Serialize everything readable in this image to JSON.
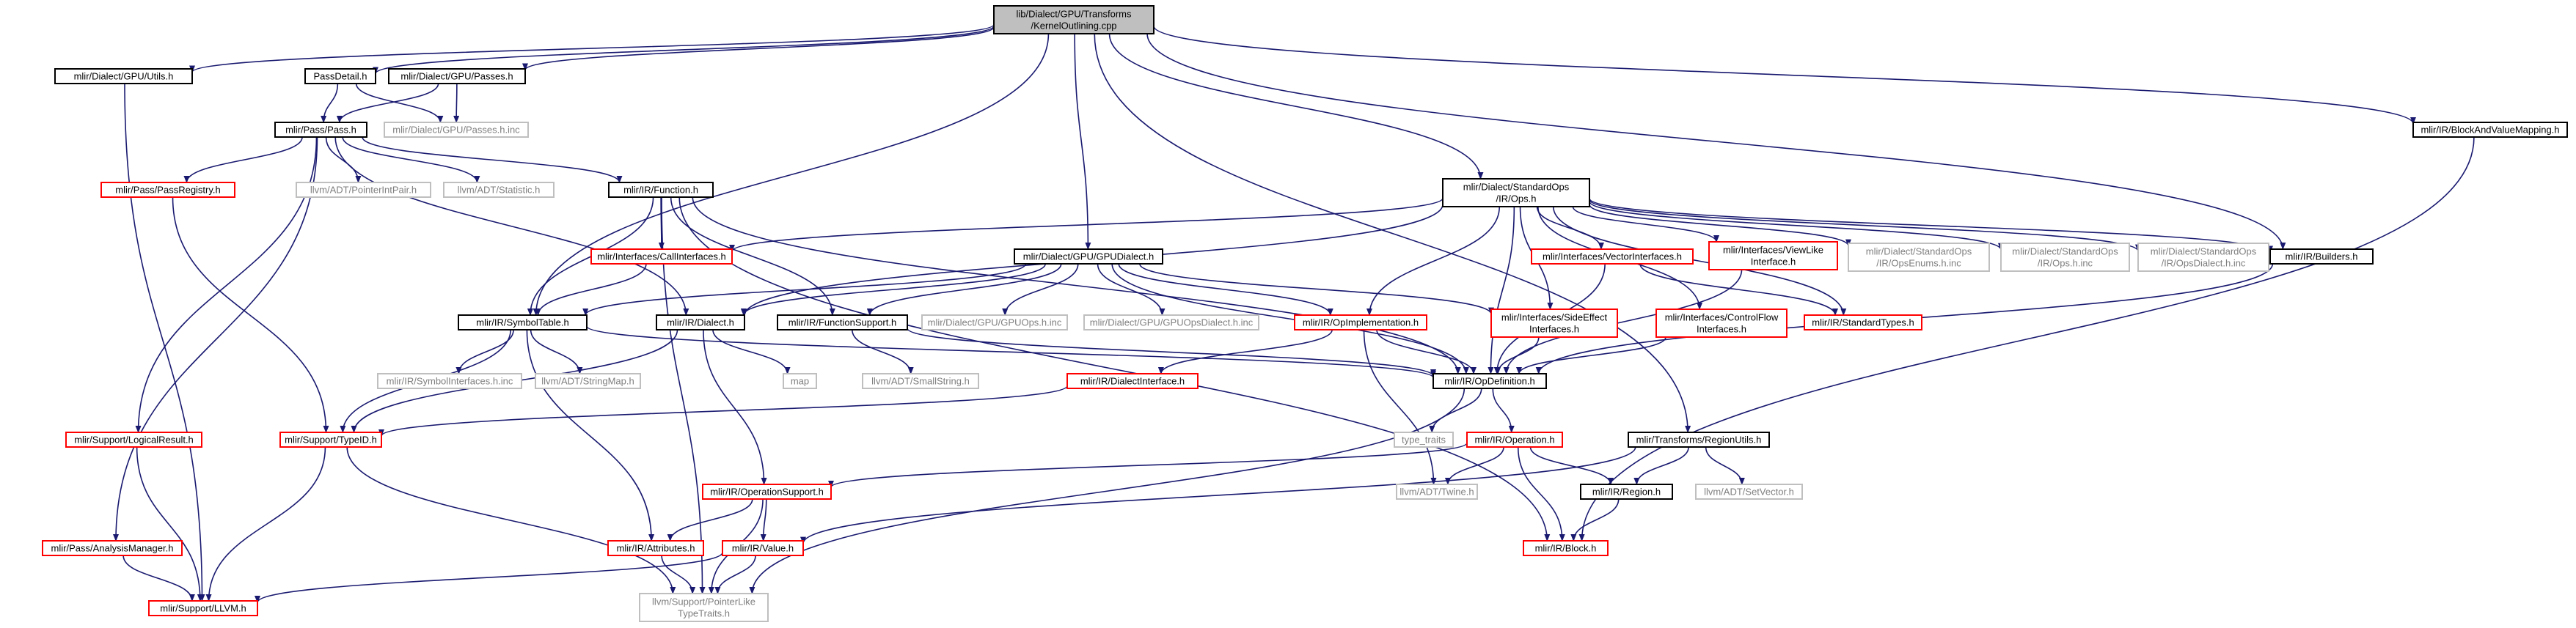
{
  "colors": {
    "edge": "#191970",
    "root_fill": "#bfbfbf",
    "normal_border": "#000000",
    "truncated_border": "#ff0000",
    "external_border": "#bfbfbf",
    "external_text": "#7f7f7f",
    "text": "#000000"
  },
  "nodes": [
    {
      "id": "root",
      "lines": [
        "lib/Dialect/GPU/Transforms",
        "/KernelOutlining.cpp"
      ],
      "kind": "root"
    },
    {
      "id": "gpu_utils",
      "lines": [
        "mlir/Dialect/GPU/Utils.h"
      ],
      "kind": "normal"
    },
    {
      "id": "passdetail",
      "lines": [
        "PassDetail.h"
      ],
      "kind": "normal"
    },
    {
      "id": "gpu_passes",
      "lines": [
        "mlir/Dialect/GPU/Passes.h"
      ],
      "kind": "normal"
    },
    {
      "id": "gpu_passes_inc",
      "lines": [
        "mlir/Dialect/GPU/Passes.h.inc"
      ],
      "kind": "external"
    },
    {
      "id": "pass",
      "lines": [
        "mlir/Pass/Pass.h"
      ],
      "kind": "normal"
    },
    {
      "id": "passregistry",
      "lines": [
        "mlir/Pass/PassRegistry.h"
      ],
      "kind": "truncated"
    },
    {
      "id": "pointerintpair",
      "lines": [
        "llvm/ADT/PointerIntPair.h"
      ],
      "kind": "external"
    },
    {
      "id": "statistic",
      "lines": [
        "llvm/ADT/Statistic.h"
      ],
      "kind": "external"
    },
    {
      "id": "function",
      "lines": [
        "mlir/IR/Function.h"
      ],
      "kind": "normal"
    },
    {
      "id": "blockvaluemapping",
      "lines": [
        "mlir/IR/BlockAndValueMapping.h"
      ],
      "kind": "normal"
    },
    {
      "id": "stdops",
      "lines": [
        "mlir/Dialect/StandardOps",
        "/IR/Ops.h"
      ],
      "kind": "normal"
    },
    {
      "id": "callinterfaces",
      "lines": [
        "mlir/Interfaces/CallInterfaces.h"
      ],
      "kind": "truncated"
    },
    {
      "id": "vectorinterfaces",
      "lines": [
        "mlir/Interfaces/VectorInterfaces.h"
      ],
      "kind": "truncated"
    },
    {
      "id": "viewlike",
      "lines": [
        "mlir/Interfaces/ViewLike",
        "Interface.h"
      ],
      "kind": "truncated"
    },
    {
      "id": "opsenums",
      "lines": [
        "mlir/Dialect/StandardOps",
        "/IR/OpsEnums.h.inc"
      ],
      "kind": "external"
    },
    {
      "id": "ops_inc",
      "lines": [
        "mlir/Dialect/StandardOps",
        "/IR/Ops.h.inc"
      ],
      "kind": "external"
    },
    {
      "id": "opsdialect_inc",
      "lines": [
        "mlir/Dialect/StandardOps",
        "/IR/OpsDialect.h.inc"
      ],
      "kind": "external"
    },
    {
      "id": "builders",
      "lines": [
        "mlir/IR/Builders.h"
      ],
      "kind": "normal"
    },
    {
      "id": "gpudialect",
      "lines": [
        "mlir/Dialect/GPU/GPUDialect.h"
      ],
      "kind": "normal"
    },
    {
      "id": "symboltable",
      "lines": [
        "mlir/IR/SymbolTable.h"
      ],
      "kind": "normal"
    },
    {
      "id": "dialect",
      "lines": [
        "mlir/IR/Dialect.h"
      ],
      "kind": "normal"
    },
    {
      "id": "functionsupport",
      "lines": [
        "mlir/IR/FunctionSupport.h"
      ],
      "kind": "normal"
    },
    {
      "id": "gpuops_inc",
      "lines": [
        "mlir/Dialect/GPU/GPUOps.h.inc"
      ],
      "kind": "external"
    },
    {
      "id": "gpuopsdialect_inc",
      "lines": [
        "mlir/Dialect/GPU/GPUOpsDialect.h.inc"
      ],
      "kind": "external"
    },
    {
      "id": "opimplementation",
      "lines": [
        "mlir/IR/OpImplementation.h"
      ],
      "kind": "truncated"
    },
    {
      "id": "sideeffect",
      "lines": [
        "mlir/Interfaces/SideEffect",
        "Interfaces.h"
      ],
      "kind": "truncated"
    },
    {
      "id": "controlflow",
      "lines": [
        "mlir/Interfaces/ControlFlow",
        "Interfaces.h"
      ],
      "kind": "truncated"
    },
    {
      "id": "standardtypes",
      "lines": [
        "mlir/IR/StandardTypes.h"
      ],
      "kind": "truncated"
    },
    {
      "id": "symbolinterfaces_inc",
      "lines": [
        "mlir/IR/SymbolInterfaces.h.inc"
      ],
      "kind": "external"
    },
    {
      "id": "stringmap",
      "lines": [
        "llvm/ADT/StringMap.h"
      ],
      "kind": "external"
    },
    {
      "id": "map",
      "lines": [
        "map"
      ],
      "kind": "external"
    },
    {
      "id": "smallstring",
      "lines": [
        "llvm/ADT/SmallString.h"
      ],
      "kind": "external"
    },
    {
      "id": "dialectinterface",
      "lines": [
        "mlir/IR/DialectInterface.h"
      ],
      "kind": "truncated"
    },
    {
      "id": "opdefinition",
      "lines": [
        "mlir/IR/OpDefinition.h"
      ],
      "kind": "normal"
    },
    {
      "id": "logicalresult",
      "lines": [
        "mlir/Support/LogicalResult.h"
      ],
      "kind": "truncated"
    },
    {
      "id": "typeid",
      "lines": [
        "mlir/Support/TypeID.h"
      ],
      "kind": "truncated"
    },
    {
      "id": "type_traits",
      "lines": [
        "type_traits"
      ],
      "kind": "external"
    },
    {
      "id": "operation",
      "lines": [
        "mlir/IR/Operation.h"
      ],
      "kind": "truncated"
    },
    {
      "id": "regionutils",
      "lines": [
        "mlir/Transforms/RegionUtils.h"
      ],
      "kind": "normal"
    },
    {
      "id": "region",
      "lines": [
        "mlir/IR/Region.h"
      ],
      "kind": "normal"
    },
    {
      "id": "setvector",
      "lines": [
        "llvm/ADT/SetVector.h"
      ],
      "kind": "external"
    },
    {
      "id": "twine",
      "lines": [
        "llvm/ADT/Twine.h"
      ],
      "kind": "external"
    },
    {
      "id": "operationsupport",
      "lines": [
        "mlir/IR/OperationSupport.h"
      ],
      "kind": "truncated"
    },
    {
      "id": "attributes",
      "lines": [
        "mlir/IR/Attributes.h"
      ],
      "kind": "truncated"
    },
    {
      "id": "value",
      "lines": [
        "mlir/IR/Value.h"
      ],
      "kind": "truncated"
    },
    {
      "id": "block",
      "lines": [
        "mlir/IR/Block.h"
      ],
      "kind": "truncated"
    },
    {
      "id": "analysismanager",
      "lines": [
        "mlir/Pass/AnalysisManager.h"
      ],
      "kind": "truncated"
    },
    {
      "id": "llvm_h",
      "lines": [
        "mlir/Support/LLVM.h"
      ],
      "kind": "truncated"
    },
    {
      "id": "pointerliketypetraits",
      "lines": [
        "llvm/Support/PointerLike",
        "TypeTraits.h"
      ],
      "kind": "external"
    }
  ],
  "edges": [
    [
      "root",
      "gpu_utils"
    ],
    [
      "root",
      "passdetail"
    ],
    [
      "root",
      "gpu_passes"
    ],
    [
      "root",
      "gpudialect"
    ],
    [
      "root",
      "symboltable"
    ],
    [
      "root",
      "stdops"
    ],
    [
      "root",
      "builders"
    ],
    [
      "root",
      "regionutils"
    ],
    [
      "root",
      "blockvaluemapping"
    ],
    [
      "gpu_utils",
      "llvm_h"
    ],
    [
      "passdetail",
      "pass"
    ],
    [
      "passdetail",
      "gpu_passes_inc"
    ],
    [
      "gpu_passes",
      "pass"
    ],
    [
      "gpu_passes",
      "gpu_passes_inc"
    ],
    [
      "pass",
      "passregistry"
    ],
    [
      "pass",
      "pointerintpair"
    ],
    [
      "pass",
      "statistic"
    ],
    [
      "pass",
      "function"
    ],
    [
      "pass",
      "dialect"
    ],
    [
      "pass",
      "logicalresult"
    ],
    [
      "pass",
      "analysismanager"
    ],
    [
      "passregistry",
      "typeid"
    ],
    [
      "function",
      "callinterfaces"
    ],
    [
      "function",
      "symboltable"
    ],
    [
      "function",
      "functionsupport"
    ],
    [
      "function",
      "opdefinition"
    ],
    [
      "function",
      "block"
    ],
    [
      "function",
      "pointerliketypetraits"
    ],
    [
      "blockvaluemapping",
      "block"
    ],
    [
      "stdops",
      "callinterfaces"
    ],
    [
      "stdops",
      "vectorinterfaces"
    ],
    [
      "stdops",
      "viewlike"
    ],
    [
      "stdops",
      "opsenums"
    ],
    [
      "stdops",
      "ops_inc"
    ],
    [
      "stdops",
      "opsdialect_inc"
    ],
    [
      "stdops",
      "builders"
    ],
    [
      "stdops",
      "dialect"
    ],
    [
      "stdops",
      "opimplementation"
    ],
    [
      "stdops",
      "sideeffect"
    ],
    [
      "stdops",
      "controlflow"
    ],
    [
      "stdops",
      "standardtypes"
    ],
    [
      "stdops",
      "opdefinition"
    ],
    [
      "callinterfaces",
      "symboltable"
    ],
    [
      "vectorinterfaces",
      "standardtypes"
    ],
    [
      "vectorinterfaces",
      "opdefinition"
    ],
    [
      "viewlike",
      "opdefinition"
    ],
    [
      "builders",
      "opdefinition"
    ],
    [
      "gpudialect",
      "symboltable"
    ],
    [
      "gpudialect",
      "dialect"
    ],
    [
      "gpudialect",
      "functionsupport"
    ],
    [
      "gpudialect",
      "gpuops_inc"
    ],
    [
      "gpudialect",
      "gpuopsdialect_inc"
    ],
    [
      "gpudialect",
      "opimplementation"
    ],
    [
      "gpudialect",
      "sideeffect"
    ],
    [
      "gpudialect",
      "opdefinition"
    ],
    [
      "symboltable",
      "symbolinterfaces_inc"
    ],
    [
      "symboltable",
      "stringmap"
    ],
    [
      "symboltable",
      "opdefinition"
    ],
    [
      "symboltable",
      "attributes"
    ],
    [
      "symboltable",
      "typeid"
    ],
    [
      "dialect",
      "map"
    ],
    [
      "dialect",
      "operationsupport"
    ],
    [
      "dialect",
      "typeid"
    ],
    [
      "functionsupport",
      "smallstring"
    ],
    [
      "functionsupport",
      "opdefinition"
    ],
    [
      "opimplementation",
      "opdefinition"
    ],
    [
      "opimplementation",
      "dialectinterface"
    ],
    [
      "opimplementation",
      "twine"
    ],
    [
      "sideeffect",
      "opdefinition"
    ],
    [
      "controlflow",
      "opdefinition"
    ],
    [
      "dialectinterface",
      "typeid"
    ],
    [
      "opdefinition",
      "type_traits"
    ],
    [
      "opdefinition",
      "operation"
    ],
    [
      "opdefinition",
      "pointerliketypetraits"
    ],
    [
      "logicalresult",
      "llvm_h"
    ],
    [
      "typeid",
      "llvm_h"
    ],
    [
      "typeid",
      "pointerliketypetraits"
    ],
    [
      "operation",
      "operationsupport"
    ],
    [
      "operation",
      "region"
    ],
    [
      "operation",
      "twine"
    ],
    [
      "operation",
      "block"
    ],
    [
      "regionutils",
      "region"
    ],
    [
      "regionutils",
      "setvector"
    ],
    [
      "regionutils",
      "value"
    ],
    [
      "region",
      "block"
    ],
    [
      "operationsupport",
      "attributes"
    ],
    [
      "operationsupport",
      "value"
    ],
    [
      "operationsupport",
      "pointerliketypetraits"
    ],
    [
      "attributes",
      "pointerliketypetraits"
    ],
    [
      "value",
      "llvm_h"
    ],
    [
      "value",
      "pointerliketypetraits"
    ],
    [
      "analysismanager",
      "llvm_h"
    ]
  ]
}
